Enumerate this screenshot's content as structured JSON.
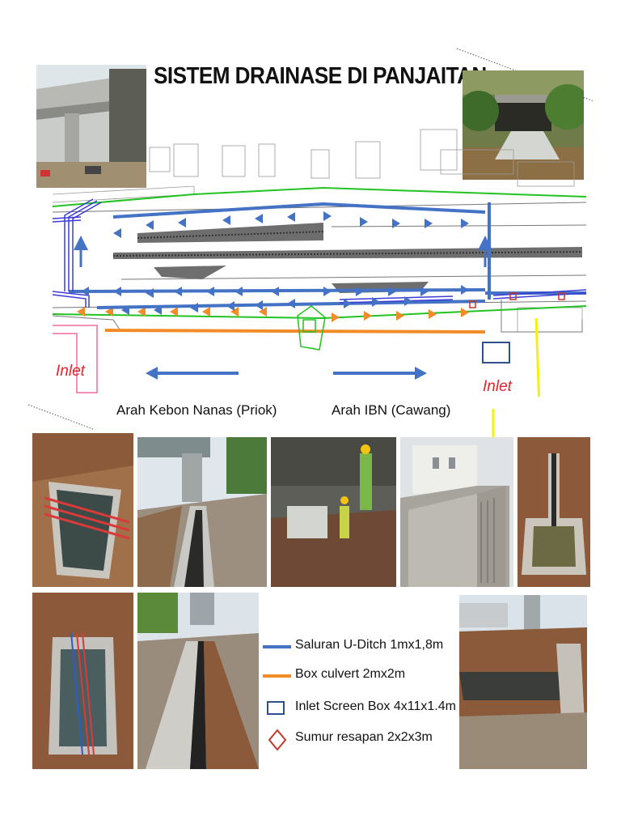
{
  "title": "SISTEM DRAINASE DI PANJAITAN",
  "labels": {
    "inlet_left": "Inlet",
    "inlet_right": "Inlet",
    "dir_left": "Arah Kebon Nanas (Priok)",
    "dir_right": "Arah IBN (Cawang)"
  },
  "legend": [
    {
      "text": "Saluran U-Ditch 1mx1,8m",
      "symbol": "blue-line-icon",
      "color": "#4472c4"
    },
    {
      "text": "Box culvert 2mx2m",
      "symbol": "orange-line-icon",
      "color": "#f28c28"
    },
    {
      "text": "Inlet Screen Box 4x11x1.4m",
      "symbol": "square-icon",
      "color": "#2f4f8f"
    },
    {
      "text": "Sumur resapan 2x2x3m",
      "symbol": "diamond-icon",
      "color": "#c0392b"
    }
  ],
  "colors": {
    "u_ditch": "#4472c4",
    "box_culvert": "#f28c28",
    "green_line": "#22c322",
    "pointer": "#f2f20a",
    "inlet_text": "#e5232b"
  }
}
